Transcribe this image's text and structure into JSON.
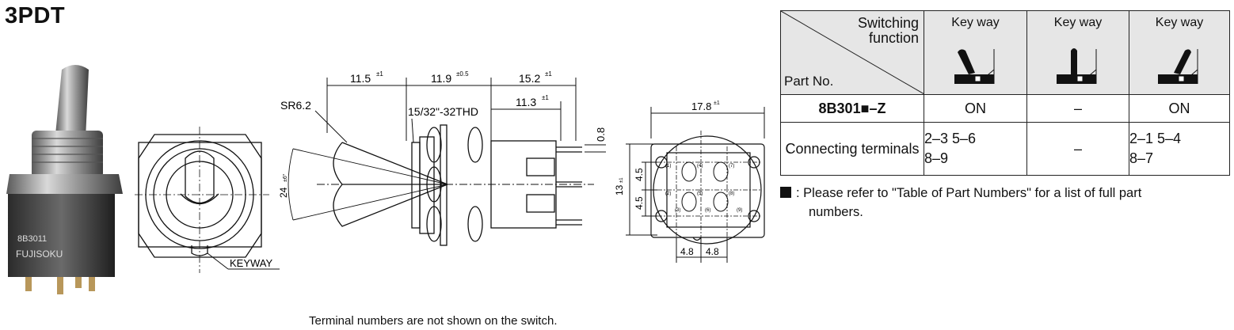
{
  "title": "3PDT",
  "footnote": "Terminal numbers are not shown on the switch.",
  "photo": {
    "body_text_1": "8B3011",
    "body_text_2": "FUJISOKU"
  },
  "front_view": {
    "keyway_label": "KEYWAY"
  },
  "side_view": {
    "dim_11_5": "11.5",
    "dim_11_5_tol": "±1",
    "dim_11_9": "11.9",
    "dim_11_9_tol": "±0.5",
    "dim_15_2": "15.2",
    "dim_15_2_tol": "±1",
    "dim_11_3": "11.3",
    "dim_11_3_tol": "±1",
    "sr_label": "SR6.2",
    "thread_label": "15/32\"-32THD",
    "angle": "24",
    "angle_tol": "±6°",
    "dim_0_8": "0.8"
  },
  "bottom_view": {
    "dim_17_8": "17.8",
    "dim_17_8_tol": "±1",
    "dim_13": "13",
    "dim_13_tol": "±1",
    "dim_4_5_a": "4.5",
    "dim_4_5_b": "4.5",
    "dim_4_8_a": "4.8",
    "dim_4_8_b": "4.8",
    "terminals": [
      "(1)",
      "(2)",
      "(3)",
      "(4)",
      "(5)",
      "(6)",
      "(7)",
      "(8)",
      "(9)"
    ]
  },
  "table": {
    "header_function": "Switching\nfunction",
    "header_part": "Part No.",
    "columns": [
      "Key way",
      "Key way",
      "Key way"
    ],
    "part_number": "8B301■–Z",
    "positions": [
      "ON",
      "–",
      "ON"
    ],
    "connecting_label": "Connecting terminals",
    "connections": [
      "2–3 5–6\n8–9",
      "–",
      "2–1 5–4\n8–7"
    ]
  },
  "note": {
    "line1": ": Please refer to \"Table of Part Numbers\" for  a list of full part",
    "line2": "numbers."
  }
}
